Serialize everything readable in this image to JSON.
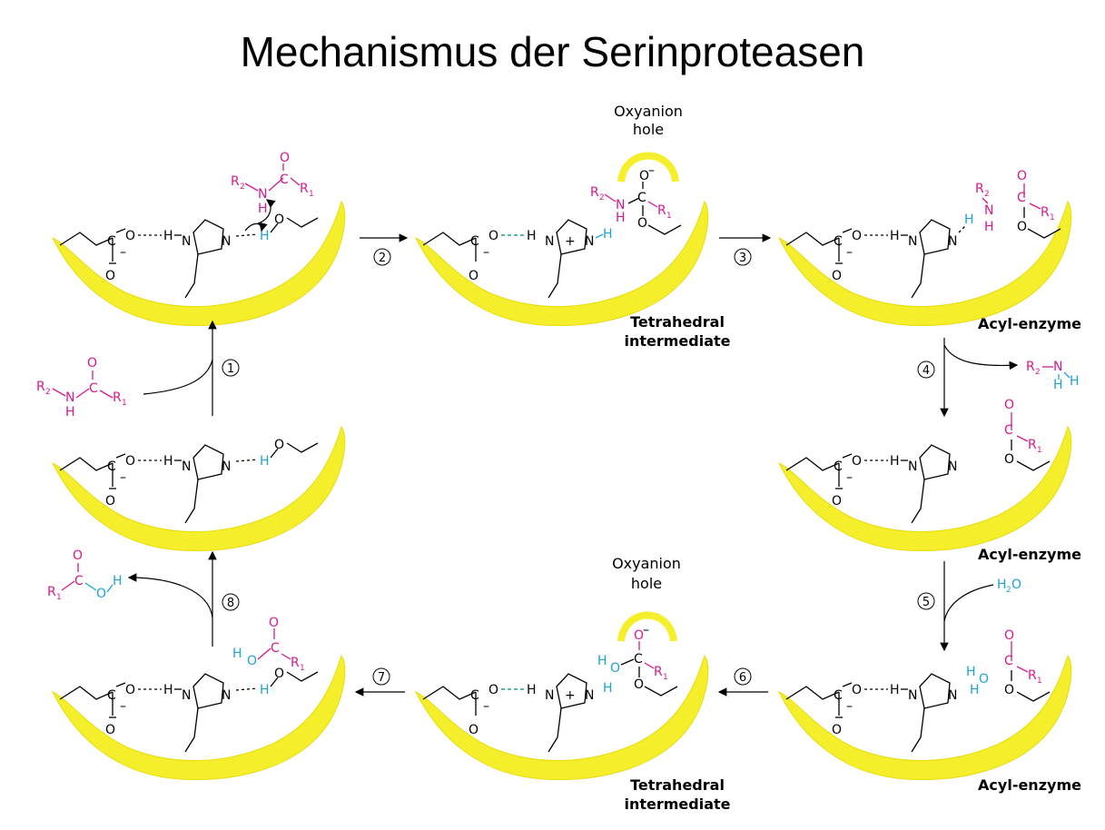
{
  "title": "Mechanismus der Serinproteasen",
  "labels": {
    "oxyanion_line1": "Oxyanion",
    "oxyanion_line2": "hole",
    "tetrahedral_line1": "Tetrahedral",
    "tetrahedral_line2": "intermediate",
    "acyl_enzyme": "Acyl-enzyme"
  },
  "steps": [
    "1",
    "2",
    "3",
    "4",
    "5",
    "6",
    "7",
    "8"
  ],
  "atoms": {
    "R1": "R",
    "R2": "R",
    "sub1": "1",
    "sub2": "2",
    "N": "N",
    "H": "H",
    "O": "O",
    "C": "C",
    "minus": "–",
    "plus": "+",
    "water": "H",
    "water_sub": "2",
    "water_O": "O"
  },
  "colors": {
    "substrate": "#d6198c",
    "proton": "#1ba3d9",
    "enzyme": "#f5ee2a",
    "hbond_green": "#22a08a"
  }
}
